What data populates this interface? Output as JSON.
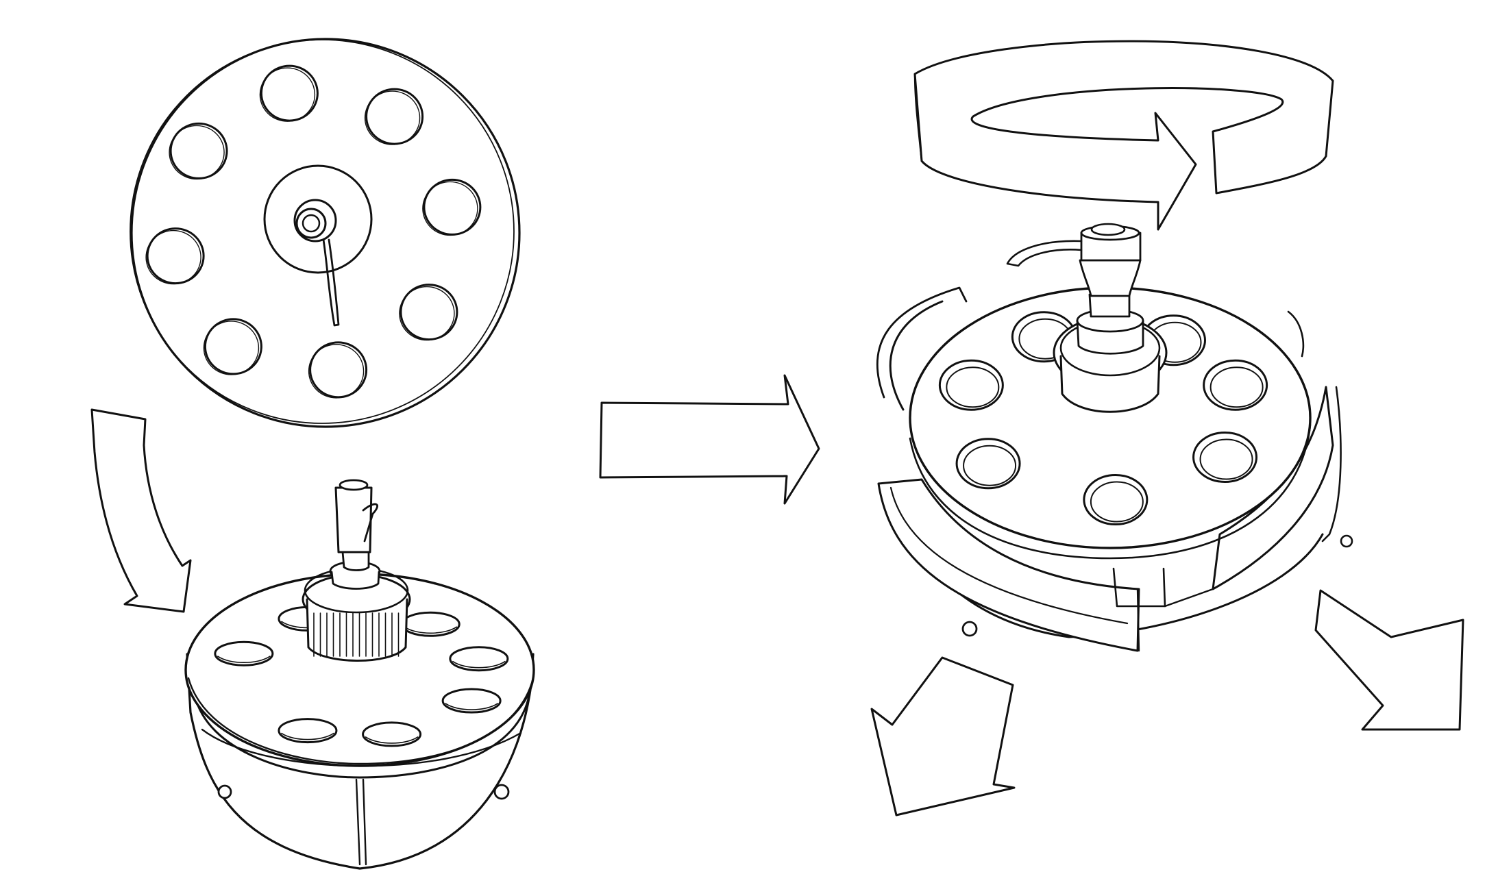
{
  "style": {
    "stroke_color": "#111111",
    "background_color": "#ffffff"
  },
  "panels": {
    "top_view": {
      "hole_count": 8
    },
    "closed_device": {
      "visible_hole_count": 7,
      "knob_count": 2
    },
    "open_device": {
      "hole_count": 7,
      "drawer_count": 3
    }
  },
  "arrows": [
    {
      "name": "curved-down-arrow"
    },
    {
      "name": "right-transition-arrow"
    },
    {
      "name": "rotation-arrow"
    },
    {
      "name": "drawer-out-left-arrow"
    },
    {
      "name": "drawer-out-right-arrow"
    }
  ]
}
